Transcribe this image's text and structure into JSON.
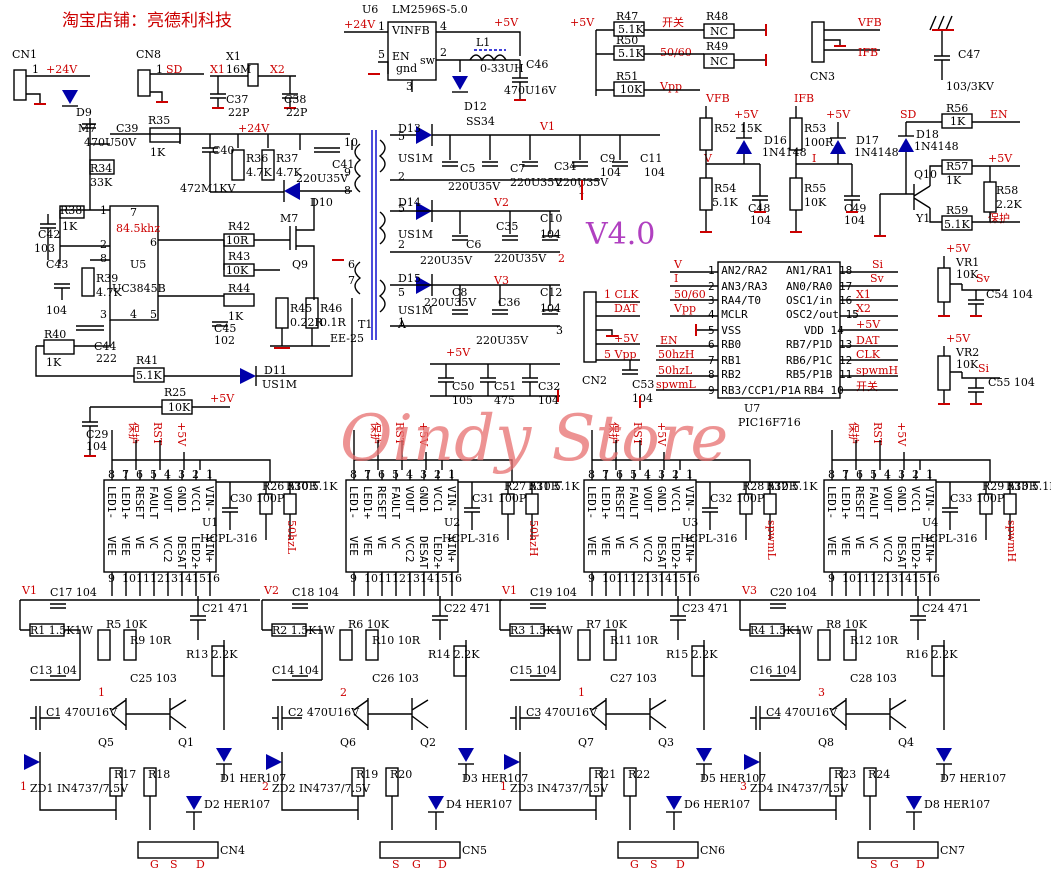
{
  "header": {
    "shop_title": "淘宝店铺：亮德利科技",
    "version": "V4.0",
    "watermark": "Oindy Store"
  },
  "connectors_top": [
    {
      "ref": "CN1",
      "pin": "1",
      "net": "+24V"
    },
    {
      "ref": "CN8",
      "pin": "1",
      "net": "SD"
    },
    {
      "ref": "CN3",
      "pins": [
        "VFB",
        "IFB"
      ]
    }
  ],
  "crystal": {
    "ref": "X1",
    "value": "16M",
    "pins": [
      "X1",
      "X2"
    ],
    "caps": [
      {
        "ref": "C37",
        "value": "22P"
      },
      {
        "ref": "C38",
        "value": "22P"
      }
    ]
  },
  "regulator": {
    "ref": "U6",
    "part": "LM2596S-5.0",
    "pins": [
      "VIN",
      "FB",
      "EN",
      "gnd",
      "sw"
    ],
    "input": "+24V",
    "output": "+5V",
    "inductor": {
      "ref": "L1",
      "value": "0-33UH"
    },
    "diode": {
      "ref": "D12",
      "value": "SS34"
    },
    "cap": {
      "ref": "C46",
      "value": "470U16V"
    }
  },
  "config_resistors": [
    {
      "ref": "R47",
      "value": "5.1K",
      "label": "开关",
      "alt": "R48 NC"
    },
    {
      "ref": "R50",
      "value": "5.1K",
      "label": "50/60",
      "alt": "R49 NC"
    },
    {
      "ref": "R51",
      "value": "10K",
      "label": "Vpp"
    }
  ],
  "c47": {
    "ref": "C47",
    "value": "103/3KV"
  },
  "controller": {
    "ref": "U5",
    "part": "UC3845B",
    "freq": "84.5khz",
    "parts": [
      {
        "ref": "M7",
        "value": "470U50V"
      },
      {
        "ref": "C39"
      },
      {
        "ref": "R35",
        "value": "1K"
      },
      {
        "ref": "D9"
      },
      {
        "ref": "R34",
        "value": "33K"
      },
      {
        "ref": "R38",
        "value": "1K"
      },
      {
        "ref": "C42",
        "value": "103"
      },
      {
        "ref": "C43",
        "value": "104"
      },
      {
        "ref": "R39",
        "value": "4.7K"
      },
      {
        "ref": "R40",
        "value": "1K"
      },
      {
        "ref": "C44",
        "value": "222"
      },
      {
        "ref": "R41",
        "value": "5.1K"
      },
      {
        "ref": "C40",
        "value": "472M1KV"
      },
      {
        "ref": "R36",
        "value": "4.7K"
      },
      {
        "ref": "R37",
        "value": "4.7K"
      },
      {
        "ref": "C41",
        "value": "220U35V"
      },
      {
        "ref": "D10"
      },
      {
        "ref": "R42",
        "value": "10R"
      },
      {
        "ref": "R43",
        "value": "10K"
      },
      {
        "ref": "R44",
        "value": "1K"
      },
      {
        "ref": "C45",
        "value": "102"
      },
      {
        "ref": "Q9"
      },
      {
        "ref": "R45",
        "value": "0.22R"
      },
      {
        "ref": "R46",
        "value": "0.1R"
      },
      {
        "ref": "T1",
        "value": "EE-25"
      },
      {
        "ref": "D11",
        "value": "US1M"
      }
    ]
  },
  "secondaries": [
    {
      "diode": "D13",
      "type": "US1M",
      "caps": [
        "C5 220U35V",
        "C7 220U35V",
        "C34 220U35V",
        "C9 104",
        "C11 104"
      ],
      "rail": "V1",
      "pin": "1"
    },
    {
      "diode": "D14",
      "type": "US1M",
      "caps": [
        "C6 220U35V",
        "C35 220U35V",
        "C10 104"
      ],
      "rail": "V2",
      "pin": "2"
    },
    {
      "diode": "D15",
      "type": "US1M",
      "caps": [
        "C8 220U35V",
        "C36 220U35V",
        "C12 104"
      ],
      "rail": "V3",
      "pin": "3",
      "extra": "A"
    }
  ],
  "decoupling": [
    {
      "ref": "C50",
      "value": "105"
    },
    {
      "ref": "C51",
      "value": "475"
    },
    {
      "ref": "C32",
      "value": "104"
    }
  ],
  "cn2": {
    "ref": "CN2",
    "pins": [
      "1 CLK",
      "DAT",
      "+5V",
      "",
      "5 Vpp"
    ],
    "cap": "C53 104"
  },
  "mcu": {
    "ref": "U7",
    "part": "PIC16F716",
    "left_pins": [
      "1 AN2/RA2",
      "2 AN3/RA3",
      "3 RA4/T0",
      "4 MCLR",
      "5 VSS",
      "6 RB0",
      "7 RB1",
      "8 RB2",
      "9 RB3/CCP1/P1A"
    ],
    "left_nets": [
      "V",
      "I",
      "50/60",
      "Vpp",
      "EN",
      "50hzH",
      "50hzL",
      "spwmL"
    ],
    "right_pins": [
      "AN1/RA1 18",
      "AN0/RA0 17",
      "OSC1/in 16",
      "OSC2/out 15",
      "VDD 14",
      "RB7/P1D 13",
      "RB6/P1C 12",
      "RB5/P1B 11",
      "RB4 10"
    ],
    "right_nets": [
      "Si",
      "Sv",
      "X1",
      "X2",
      "+5V",
      "DAT",
      "CLK",
      "spwmH",
      "开关"
    ]
  },
  "feedback": [
    {
      "net": "VFB",
      "parts": [
        "R52 15K",
        "D16 1N4148",
        "R54 5.1K",
        "C48 104"
      ],
      "rail": "+5V",
      "in": "V"
    },
    {
      "net": "IFB",
      "parts": [
        "R53 100R",
        "D17 1N4148",
        "R55 10K",
        "C49 104"
      ],
      "rail": "+5V",
      "in": "I"
    },
    {
      "net": "SD",
      "parts": [
        "D18 1N4148",
        "R56 1K",
        "R57 1K",
        "Q10",
        "Y1",
        "R59 5.1K",
        "R58 2.2K"
      ],
      "en": "EN",
      "rail": "+5V",
      "note": "保护"
    }
  ],
  "pots": [
    {
      "ref": "VR1",
      "value": "10K",
      "net": "Sv",
      "cap": "C54 104",
      "rail": "+5V"
    },
    {
      "ref": "VR2",
      "value": "10K",
      "net": "Si",
      "cap": "C55 104",
      "rail": "+5V"
    }
  ],
  "driver_header": {
    "r25": "R25 10K",
    "r25_net": "+5V",
    "c29": "C29 104"
  },
  "drivers": [
    {
      "u": "U1",
      "part": "HCPL-316",
      "sig": "50hzL",
      "rs": [
        "R26 510R",
        "R30 5.1K"
      ],
      "c30": "C30 100P",
      "rail": "V1",
      "c17": "C17 104",
      "r1": "R1 1.5K1W",
      "c13": "C13 104",
      "c1": "C1 470U16V",
      "zd": "ZD1 IN4737/7.5V",
      "rx": [
        "R5 10K",
        "R9 10R",
        "C25 103",
        "R13 2.2K",
        "C21 471"
      ],
      "qs": [
        "Q5",
        "Q1"
      ],
      "rr": [
        "R17",
        "R18"
      ],
      "ds": [
        "D1 HER107",
        "D2 HER107"
      ],
      "cn": "CN4",
      "cn_pins": [
        "G",
        "S",
        "D"
      ],
      "pin": "1"
    },
    {
      "u": "U2",
      "part": "HCPL-316",
      "sig": "50hzH",
      "rs": [
        "R27 510R",
        "R31 5.1K"
      ],
      "c30": "C31 100P",
      "rail": "V2",
      "c17": "C18 104",
      "r1": "R2 1.5K1W",
      "c13": "C14 104",
      "c1": "C2 470U16V",
      "zd": "ZD2 IN4737/7.5V",
      "rx": [
        "R6 10K",
        "R10 10R",
        "C26 103",
        "R14 2.2K",
        "C22 471"
      ],
      "qs": [
        "Q6",
        "Q2"
      ],
      "rr": [
        "R19",
        "R20"
      ],
      "ds": [
        "D3 HER107",
        "D4 HER107"
      ],
      "cn": "CN5",
      "cn_pins": [
        "S",
        "G",
        "D"
      ],
      "pin": "2"
    },
    {
      "u": "U3",
      "part": "HCPL-316",
      "sig": "spwmL",
      "rs": [
        "R28 510R",
        "R32 5.1K"
      ],
      "c30": "C32 100P",
      "rail": "V1",
      "c17": "C19 104",
      "r1": "R3 1.5K1W",
      "c13": "C15 104",
      "c1": "C3 470U16V",
      "zd": "ZD3 IN4737/7.5V",
      "rx": [
        "R7 10K",
        "R11 10R",
        "C27 103",
        "R15 2.2K",
        "C23 471"
      ],
      "qs": [
        "Q7",
        "Q3"
      ],
      "rr": [
        "R21",
        "R22"
      ],
      "ds": [
        "D5 HER107",
        "D6 HER107"
      ],
      "cn": "CN6",
      "cn_pins": [
        "G",
        "S",
        "D"
      ],
      "pin": "1"
    },
    {
      "u": "U4",
      "part": "HCPL-316",
      "sig": "spwmH",
      "rs": [
        "R29 510R",
        "R33 5.1K"
      ],
      "c30": "C33 100P",
      "rail": "V3",
      "c17": "C20 104",
      "r1": "R4 1.5K1W",
      "c13": "C16 104",
      "c1": "C4 470U16V",
      "zd": "ZD4 IN4737/7.5V",
      "rx": [
        "R8 10K",
        "R12 10R",
        "C28 103",
        "R16 2.2K",
        "C24 471"
      ],
      "qs": [
        "Q8",
        "Q4"
      ],
      "rr": [
        "R23",
        "R24"
      ],
      "ds": [
        "D7 HER107",
        "D8 HER107"
      ],
      "cn": "CN7",
      "cn_pins": [
        "S",
        "G",
        "D"
      ],
      "pin": "3"
    }
  ],
  "hcpl_pins_top": [
    "8",
    "7",
    "6",
    "5",
    "4",
    "3",
    "2",
    "1"
  ],
  "hcpl_pins_top_names": [
    "LED1-",
    "LED1+",
    "RESET",
    "FAULT",
    "VOUT",
    "GND1",
    "VCC1",
    "VIN-"
  ],
  "hcpl_pins_bottom": [
    "9",
    "10",
    "11",
    "12",
    "13",
    "14",
    "15",
    "16"
  ],
  "hcpl_pins_bottom_names": [
    "VEE",
    "VEE",
    "VE",
    "VC",
    "VCC2",
    "DESAT",
    "LED2+",
    "VIN+"
  ],
  "hcpl_top_nets": [
    "保护",
    "RST",
    "+5V"
  ],
  "colors": {
    "wire": "#000000",
    "net_label": "#cc0000",
    "ground": "#cc0000",
    "accent": "#0000cc",
    "version": "#b040c0",
    "watermark": "#e87070"
  }
}
